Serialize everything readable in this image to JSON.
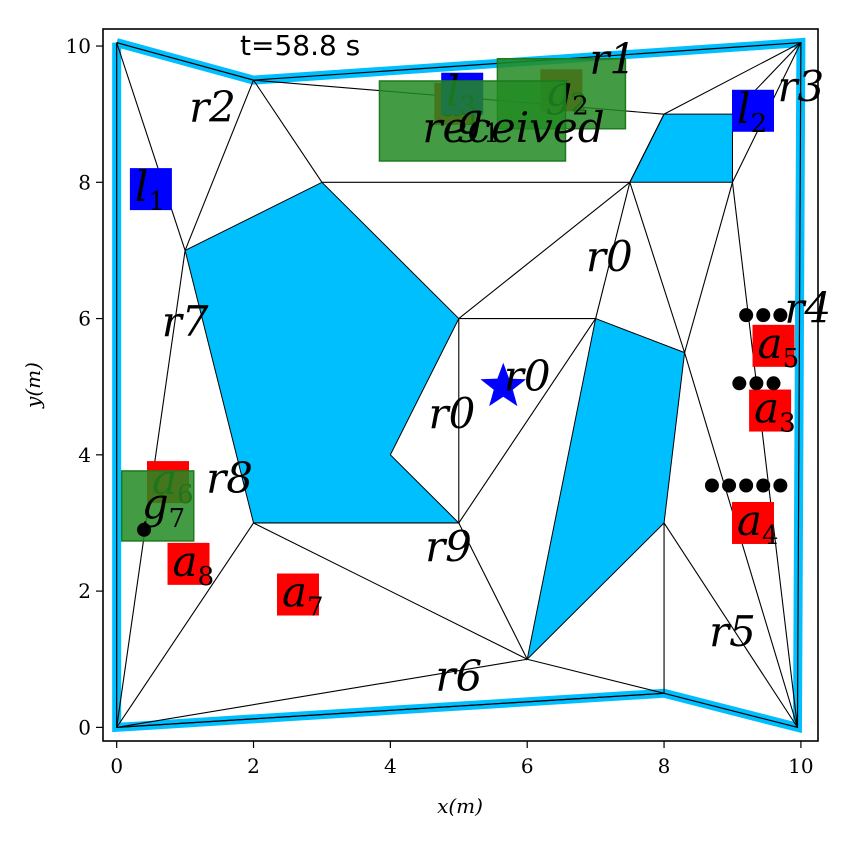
{
  "title": "t=58.8 s",
  "chart_data": {
    "type": "scatter",
    "xlabel": "x(m)",
    "ylabel": "y(m)",
    "xlim": [
      -0.2,
      10.25
    ],
    "ylim": [
      -0.2,
      10.25
    ],
    "xticks": [
      "0",
      "2",
      "4",
      "6",
      "8",
      "10"
    ],
    "yticks": [
      "0",
      "2",
      "4",
      "6",
      "8",
      "10"
    ],
    "colors": {
      "obstacle": "#00bfff",
      "a": "#ff0000",
      "l": "#0000ff",
      "g": "#228b22",
      "robot": "#0000ff",
      "dots": "#000000"
    },
    "boundary": [
      [
        0,
        10.05
      ],
      [
        2,
        9.5
      ],
      [
        10,
        10.05
      ],
      [
        9.95,
        0
      ],
      [
        8,
        0.5
      ],
      [
        0,
        0
      ],
      [
        0,
        10.05
      ]
    ],
    "obstacles": [
      [
        [
          1,
          7
        ],
        [
          3,
          8
        ],
        [
          5,
          6
        ],
        [
          4,
          4
        ],
        [
          5,
          3
        ],
        [
          2,
          3
        ]
      ],
      [
        [
          7,
          6
        ],
        [
          8.3,
          5.5
        ],
        [
          8,
          3
        ],
        [
          6,
          1
        ]
      ],
      [
        [
          7.5,
          8
        ],
        [
          8,
          9
        ],
        [
          9,
          9
        ],
        [
          9,
          8
        ]
      ]
    ],
    "edges": [
      [
        [
          2,
          9.5
        ],
        [
          1,
          7
        ]
      ],
      [
        [
          2,
          9.5
        ],
        [
          3,
          8
        ]
      ],
      [
        [
          0,
          10.05
        ],
        [
          1,
          7
        ]
      ],
      [
        [
          1,
          7
        ],
        [
          0,
          0
        ]
      ],
      [
        [
          2,
          3
        ],
        [
          0,
          0
        ]
      ],
      [
        [
          2,
          3
        ],
        [
          6,
          1
        ]
      ],
      [
        [
          2,
          3
        ],
        [
          5,
          3
        ]
      ],
      [
        [
          5,
          3
        ],
        [
          6,
          1
        ]
      ],
      [
        [
          5,
          6
        ],
        [
          5,
          3
        ]
      ],
      [
        [
          5,
          6
        ],
        [
          7,
          6
        ]
      ],
      [
        [
          5,
          3
        ],
        [
          7,
          6
        ]
      ],
      [
        [
          5,
          6
        ],
        [
          7.5,
          8
        ]
      ],
      [
        [
          3,
          8
        ],
        [
          7.5,
          8
        ]
      ],
      [
        [
          7.5,
          8
        ],
        [
          8,
          9
        ]
      ],
      [
        [
          8,
          9
        ],
        [
          2,
          9.5
        ]
      ],
      [
        [
          8,
          9
        ],
        [
          10,
          10.05
        ]
      ],
      [
        [
          9,
          9
        ],
        [
          10,
          10.05
        ]
      ],
      [
        [
          9,
          8
        ],
        [
          10,
          10.05
        ]
      ],
      [
        [
          7.5,
          8
        ],
        [
          8.3,
          5.5
        ]
      ],
      [
        [
          7.5,
          8
        ],
        [
          7,
          6
        ]
      ],
      [
        [
          9,
          8
        ],
        [
          8.3,
          5.5
        ]
      ],
      [
        [
          9,
          8
        ],
        [
          9.95,
          0
        ]
      ],
      [
        [
          8.3,
          5.5
        ],
        [
          9.95,
          0
        ]
      ],
      [
        [
          8,
          3
        ],
        [
          9.95,
          0
        ]
      ],
      [
        [
          8,
          3
        ],
        [
          8,
          0.5
        ]
      ],
      [
        [
          6,
          1
        ],
        [
          8,
          0.5
        ]
      ],
      [
        [
          6,
          1
        ],
        [
          0,
          0
        ]
      ],
      [
        [
          0,
          0
        ],
        [
          8,
          0.5
        ]
      ]
    ],
    "region_labels": [
      "r0",
      "r0",
      "r0",
      "r1",
      "r2",
      "r3",
      "r4",
      "r5",
      "r6",
      "r7",
      "r8",
      "r9"
    ],
    "region_positions": [
      [
        7.2,
        6.9
      ],
      [
        6,
        5.15
      ],
      [
        4.9,
        4.6
      ],
      [
        7.25,
        9.8
      ],
      [
        1.4,
        9.1
      ],
      [
        10,
        9.4
      ],
      [
        10.1,
        6.15
      ],
      [
        9,
        1.4
      ],
      [
        5,
        0.75
      ],
      [
        1,
        5.95
      ],
      [
        1.65,
        3.65
      ],
      [
        4.85,
        2.65
      ]
    ],
    "robot": [
      5.65,
      5
    ],
    "markers": [
      {
        "label": "a",
        "sub": "1",
        "x": 4.95,
        "y": 9.15,
        "type": "a"
      },
      {
        "label": "a",
        "sub": "2",
        "x": 6.5,
        "y": 9.35,
        "type": "a"
      },
      {
        "label": "l",
        "sub": "3",
        "x": 5.05,
        "y": 9.3,
        "type": "l"
      },
      {
        "label": "g",
        "sub": "2",
        "x": 6.5,
        "y": 9.3,
        "type": "g"
      },
      {
        "label": "g",
        "sub": "1",
        "x": 5.2,
        "y": 8.9,
        "type": "g"
      },
      {
        "label": "l",
        "sub": "2",
        "x": 9.3,
        "y": 9.05,
        "type": "l"
      },
      {
        "label": "l",
        "sub": "1",
        "x": 0.5,
        "y": 7.9,
        "type": "l"
      },
      {
        "label": "a",
        "sub": "5",
        "x": 9.6,
        "y": 5.6,
        "type": "a"
      },
      {
        "label": "a",
        "sub": "3",
        "x": 9.55,
        "y": 4.65,
        "type": "a"
      },
      {
        "label": "a",
        "sub": "4",
        "x": 9.3,
        "y": 3,
        "type": "a"
      },
      {
        "label": "a",
        "sub": "6",
        "x": 0.75,
        "y": 3.6,
        "type": "a"
      },
      {
        "label": "g",
        "sub": "7",
        "x": 0.6,
        "y": 3.25,
        "type": "g"
      },
      {
        "label": "a",
        "sub": "8",
        "x": 1.05,
        "y": 2.4,
        "type": "a"
      },
      {
        "label": "a",
        "sub": "7",
        "x": 2.65,
        "y": 1.95,
        "type": "a"
      }
    ],
    "annotation": "received",
    "annotation_position": [
      5.8,
      8.8
    ],
    "black_dots": [
      [
        9.2,
        6.05
      ],
      [
        9.45,
        6.05
      ],
      [
        9.7,
        6.05
      ],
      [
        9.1,
        5.05
      ],
      [
        9.35,
        5.05
      ],
      [
        9.6,
        5.05
      ],
      [
        8.7,
        3.55
      ],
      [
        8.95,
        3.55
      ],
      [
        9.2,
        3.55
      ],
      [
        9.45,
        3.55
      ],
      [
        9.7,
        3.55
      ],
      [
        0.4,
        2.9
      ]
    ]
  }
}
